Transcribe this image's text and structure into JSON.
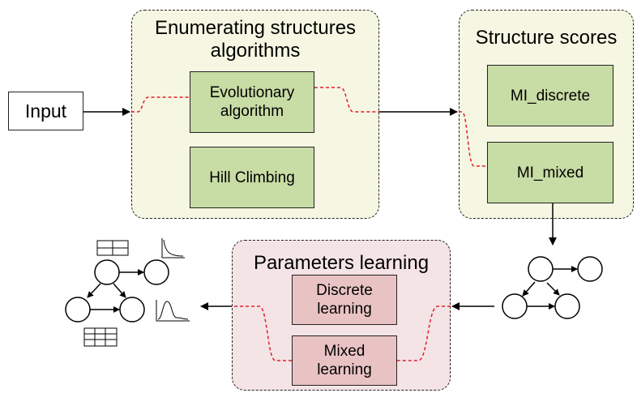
{
  "input": {
    "label": "Input"
  },
  "enumerating": {
    "title_line1": "Enumerating structures",
    "title_line2": "algorithms",
    "evolutionary": {
      "line1": "Evolutionary",
      "line2": "algorithm"
    },
    "hill_climbing": "Hill Climbing"
  },
  "scores": {
    "title": "Structure scores",
    "mi_discrete": "MI_discrete",
    "mi_mixed": "MI_mixed"
  },
  "parameters": {
    "title": "Parameters learning",
    "discrete": {
      "line1": "Discrete",
      "line2": "learning"
    },
    "mixed": {
      "line1": "Mixed",
      "line2": "learning"
    }
  },
  "colors": {
    "group_fill_yellow": "#f6f7e2",
    "group_fill_pink": "#f5e4e6",
    "box_green": "#c8dca5",
    "box_pink": "#e9c3c4",
    "route_red": "#e0202a"
  },
  "icons": [
    "table-icon",
    "decay-curve-icon",
    "peak-distribution-icon",
    "bayesian-network-graph"
  ]
}
